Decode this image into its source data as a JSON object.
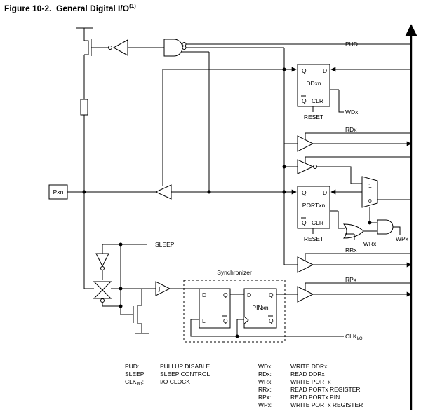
{
  "figure": {
    "title_prefix": "Figure 10-2.",
    "title_text": "General Digital I/O",
    "title_sup": "(1)"
  },
  "signals": {
    "pud": "PUD",
    "wdx": "WDx",
    "rdx": "RDx",
    "rrx": "RRx",
    "rpx": "RPx",
    "wrx": "WRx",
    "wpx": "WPx",
    "sleep": "SLEEP",
    "clk_main": "CLK",
    "clk_sub": "I/O"
  },
  "pin": {
    "label": "Pxn"
  },
  "ddxn": {
    "name": "DDxn",
    "q": "Q",
    "d": "D",
    "qbar": "Q",
    "clr": "CLR",
    "reset": "RESET"
  },
  "portxn": {
    "name": "PORTxn",
    "q": "Q",
    "d": "D",
    "qbar": "Q",
    "clr": "CLR",
    "reset": "RESET"
  },
  "mux": {
    "in1": "1",
    "in0": "0"
  },
  "synchronizer": {
    "title": "Synchronizer",
    "latch": {
      "d": "D",
      "q": "Q",
      "l": "L",
      "qbar": "Q"
    },
    "pinxn": {
      "name": "PINxn",
      "d": "D",
      "q": "Q",
      "qbar": "Q"
    }
  },
  "legend_left": [
    {
      "key": "PUD:",
      "value": "PULLUP DISABLE"
    },
    {
      "key": "SLEEP:",
      "value": "SLEEP CONTROL"
    },
    {
      "key": "CLK",
      "key_sub": "I/O",
      "key_colon": ":",
      "value": "I/O CLOCK"
    }
  ],
  "legend_right": [
    {
      "key": "WDx:",
      "value": "WRITE DDRx"
    },
    {
      "key": "RDx:",
      "value": "READ DDRx"
    },
    {
      "key": "WRx:",
      "value": "WRITE PORTx"
    },
    {
      "key": "RRx:",
      "value": "READ PORTx REGISTER"
    },
    {
      "key": "RPx:",
      "value": "READ PORTx PIN"
    },
    {
      "key": "WPx:",
      "value": "WRITE PORTx REGISTER"
    }
  ]
}
